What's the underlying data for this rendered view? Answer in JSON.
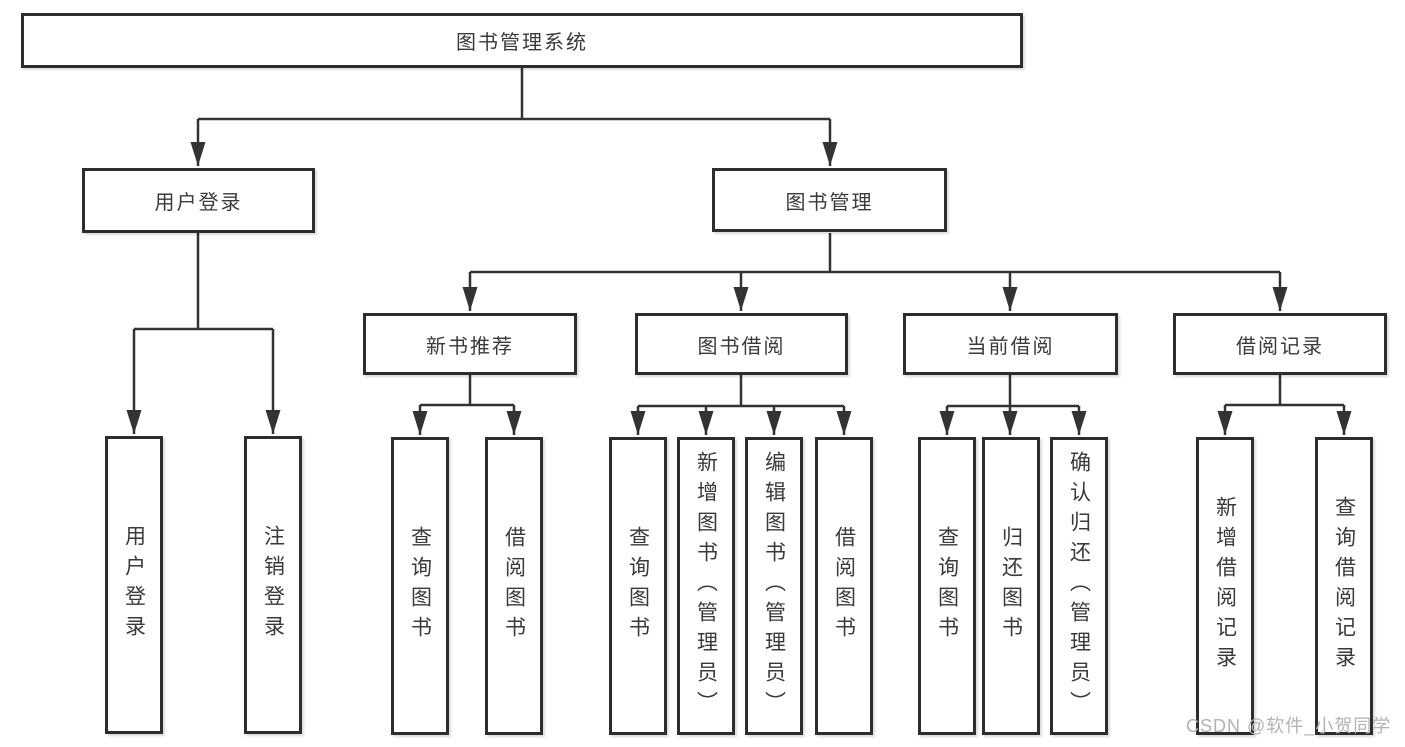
{
  "diagram": {
    "type": "hierarchy-tree",
    "watermark": "CSDN @软件_小贺同学",
    "colors": {
      "line": "#333333",
      "border": "#2d2d2d",
      "text": "#3a3a3a",
      "watermark": "#b3b3b3",
      "bg": "#ffffff"
    },
    "nodes": {
      "root": {
        "label": "图书管理系统"
      },
      "user_login": {
        "label": "用户登录"
      },
      "book_mgmt": {
        "label": "图书管理"
      },
      "login": {
        "label": "用户登录"
      },
      "logout": {
        "label": "注销登录"
      },
      "new_book_rec": {
        "label": "新书推荐"
      },
      "book_borrow": {
        "label": "图书借阅"
      },
      "current_borrow": {
        "label": "当前借阅"
      },
      "borrow_record": {
        "label": "借阅记录"
      },
      "nb_query": {
        "label": "查询图书"
      },
      "nb_borrow": {
        "label": "借阅图书"
      },
      "bb_query": {
        "label": "查询图书"
      },
      "bb_add": {
        "label": "新增图书（管理员）"
      },
      "bb_edit": {
        "label": "编辑图书（管理员）"
      },
      "bb_borrow": {
        "label": "借阅图书"
      },
      "cb_query": {
        "label": "查询图书"
      },
      "cb_return": {
        "label": "归还图书"
      },
      "cb_confirm": {
        "label": "确认归还（管理员）"
      },
      "br_add": {
        "label": "新增借阅记录"
      },
      "br_query": {
        "label": "查询借阅记录"
      }
    },
    "edges": [
      {
        "from": "root",
        "to": "user_login"
      },
      {
        "from": "root",
        "to": "book_mgmt"
      },
      {
        "from": "user_login",
        "to": "login"
      },
      {
        "from": "user_login",
        "to": "logout"
      },
      {
        "from": "book_mgmt",
        "to": "new_book_rec"
      },
      {
        "from": "book_mgmt",
        "to": "book_borrow"
      },
      {
        "from": "book_mgmt",
        "to": "current_borrow"
      },
      {
        "from": "book_mgmt",
        "to": "borrow_record"
      },
      {
        "from": "new_book_rec",
        "to": "nb_query"
      },
      {
        "from": "new_book_rec",
        "to": "nb_borrow"
      },
      {
        "from": "book_borrow",
        "to": "bb_query"
      },
      {
        "from": "book_borrow",
        "to": "bb_add"
      },
      {
        "from": "book_borrow",
        "to": "bb_edit"
      },
      {
        "from": "book_borrow",
        "to": "bb_borrow"
      },
      {
        "from": "current_borrow",
        "to": "cb_query"
      },
      {
        "from": "current_borrow",
        "to": "cb_return"
      },
      {
        "from": "current_borrow",
        "to": "cb_confirm"
      },
      {
        "from": "borrow_record",
        "to": "br_add"
      },
      {
        "from": "borrow_record",
        "to": "br_query"
      }
    ]
  }
}
